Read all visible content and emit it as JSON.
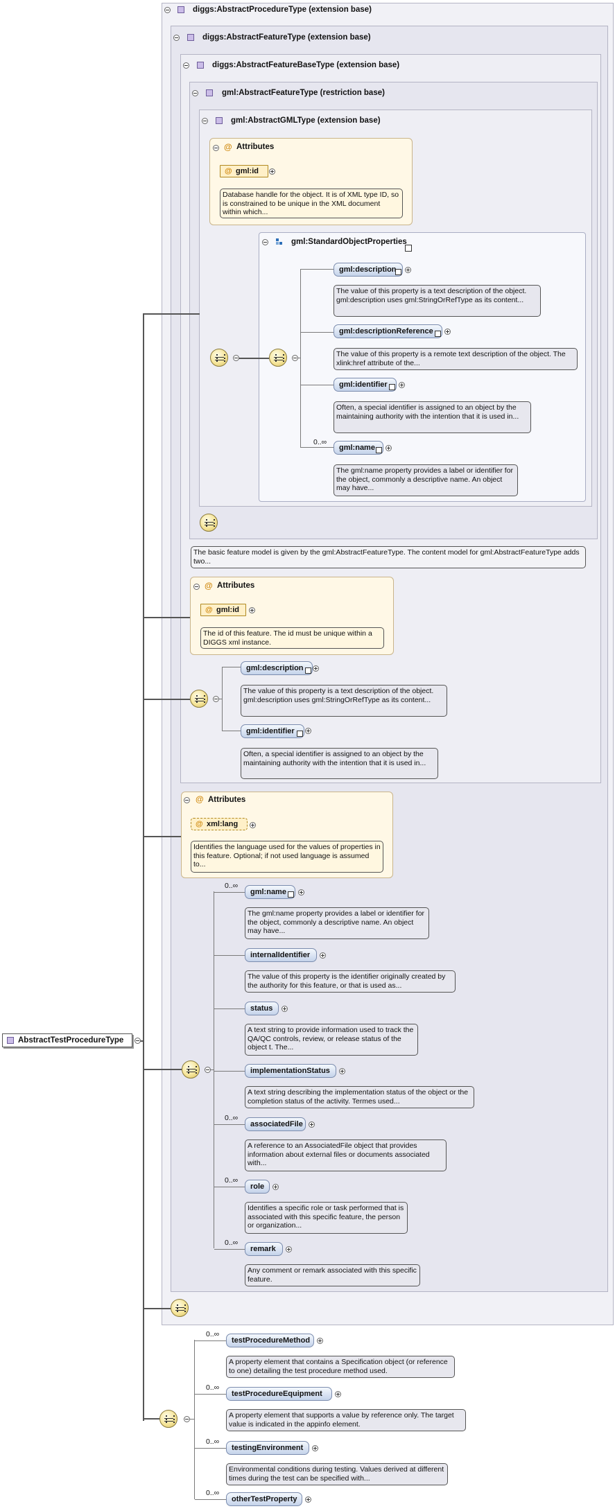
{
  "root": {
    "label": "AbstractTestProcedureType"
  },
  "headers": {
    "procedure": "diggs:AbstractProcedureType (extension base)",
    "feature": "diggs:AbstractFeatureType (extension base)",
    "featurebase": "diggs:AbstractFeatureBaseType (extension base)",
    "gmlfeature": "gml:AbstractFeatureType (restriction base)",
    "gmltype": "gml:AbstractGMLType (extension base)"
  },
  "attributes_label": "Attributes",
  "gml_type": {
    "attr_name": "gml:id",
    "attr_desc": "Database handle for the object. It is of XML type ID, so is constrained to be unique in the XML document within which...",
    "group_name": "gml:StandardObjectProperties",
    "elements": [
      {
        "name": "gml:description",
        "mult": "",
        "desc": "The value of this property is a text description of the object. gml:description uses gml:StringOrRefType as its content..."
      },
      {
        "name": "gml:descriptionReference",
        "mult": "",
        "desc": "The value of this property is a remote text description of the object. The xlink:href attribute of the..."
      },
      {
        "name": "gml:identifier",
        "mult": "",
        "desc": "Often, a special identifier is assigned to an object by the maintaining authority with the intention that it is used in..."
      },
      {
        "name": "gml:name",
        "mult": "0..∞",
        "desc": "The gml:name property provides a label or identifier for the object, commonly a descriptive name. An object may have..."
      }
    ]
  },
  "featurebase_desc": "The basic feature model is given by the gml:AbstractFeatureType. The content model for gml:AbstractFeatureType adds two...",
  "featurebase": {
    "attr_name": "gml:id",
    "attr_desc": "The id of this feature. The id must be unique within a DIGGS xml instance.",
    "elements": [
      {
        "name": "gml:description",
        "mult": "",
        "desc": "The value of this property is a text description of the object. gml:description uses gml:StringOrRefType as its content..."
      },
      {
        "name": "gml:identifier",
        "mult": "",
        "desc": "Often, a special identifier is assigned to an object by the maintaining authority with the intention that it is used in..."
      }
    ]
  },
  "feature": {
    "attr_name": "xml:lang",
    "attr_desc": "Identifies the language used for the values of properties in this feature. Optional; if not used language is assumed to...",
    "elements": [
      {
        "name": "gml:name",
        "mult": "0..∞",
        "desc": "The gml:name property provides a label or identifier for the object, commonly a descriptive name. An object may have..."
      },
      {
        "name": "internalIdentifier",
        "mult": "",
        "desc": "The value of this property is the identifier originally created by the authority for this feature, or that is used as..."
      },
      {
        "name": "status",
        "mult": "",
        "desc": "A text string to provide information used to track the QA/QC controls, review, or release status of the object t. The..."
      },
      {
        "name": "implementationStatus",
        "mult": "",
        "desc": "A text string describing the implementation status of the object or the completion status of the activity. Termes used..."
      },
      {
        "name": "associatedFile",
        "mult": "0..∞",
        "desc": "A reference to an AssociatedFile object that provides information about external files or documents associated with..."
      },
      {
        "name": "role",
        "mult": "0..∞",
        "desc": "Identifies a specific role or task performed that is associated with this specific feature, the person or organization..."
      },
      {
        "name": "remark",
        "mult": "0..∞",
        "desc": "Any comment or remark associated with this specific feature."
      }
    ]
  },
  "test": {
    "elements": [
      {
        "name": "testProcedureMethod",
        "mult": "0..∞",
        "desc": "A property element that contains a Specification object (or reference to one) detailing the test procedure method used."
      },
      {
        "name": "testProcedureEquipment",
        "mult": "0..∞",
        "desc": "A property element that supports a value by reference only. The target value is indicated in the appinfo element."
      },
      {
        "name": "testingEnvironment",
        "mult": "0..∞",
        "desc": "Environmental conditions during testing. Values derived at different times during the test can be specified with..."
      },
      {
        "name": "otherTestProperty",
        "mult": "0..∞",
        "desc": ""
      }
    ]
  }
}
